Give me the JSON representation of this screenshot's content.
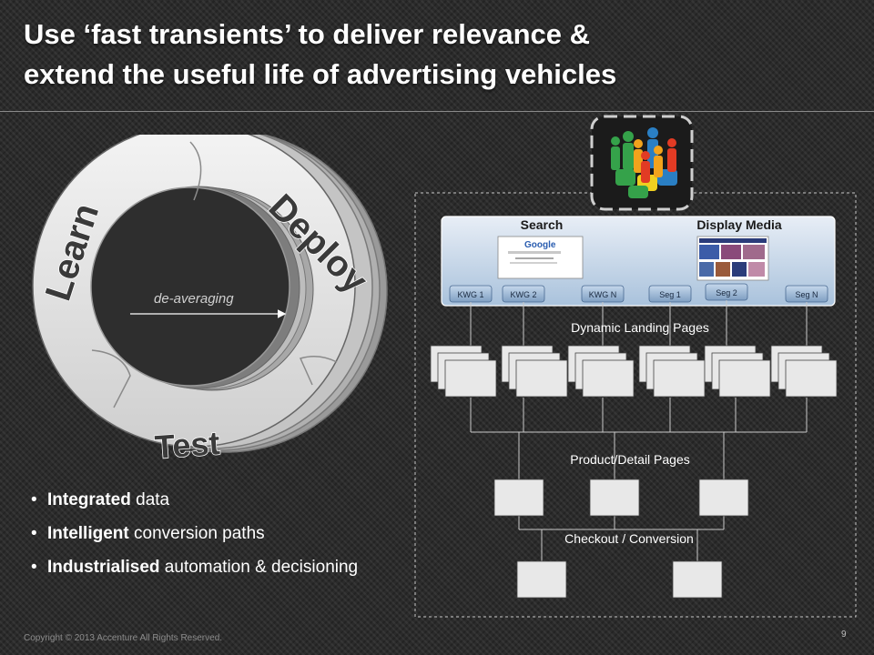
{
  "slide": {
    "title_line1": "Use ‘fast transients’ to deliver relevance &",
    "title_line2": "extend the useful life of advertising vehicles",
    "copyright": "Copyright © 2013 Accenture All Rights Reserved.",
    "page_number": "9"
  },
  "cycle": {
    "learn": "Learn",
    "deploy": "Deploy",
    "test": "Test",
    "arrow_label": "de-averaging"
  },
  "bullets": [
    {
      "bold": "Integrated",
      "rest": " data"
    },
    {
      "bold": "Intelligent",
      "rest": " conversion paths"
    },
    {
      "bold": "Industrialised",
      "rest": " automation & decisioning"
    }
  ],
  "flow": {
    "search_label": "Search",
    "display_label": "Display Media",
    "search_thumb_logo": "Google",
    "keyword_buttons": [
      "KWG 1",
      "KWG 2",
      "KWG N",
      "Seg 1",
      "Seg 2",
      "Seg N"
    ],
    "landing_label": "Dynamic Landing Pages",
    "product_label": "Product/Detail Pages",
    "checkout_label": "Checkout / Conversion"
  },
  "colors": {
    "accent_blue": "#8fb3d6",
    "person_colors": [
      "#35a24a",
      "#f2a31c",
      "#2a7fc4",
      "#e23b24",
      "#f0d020"
    ]
  }
}
